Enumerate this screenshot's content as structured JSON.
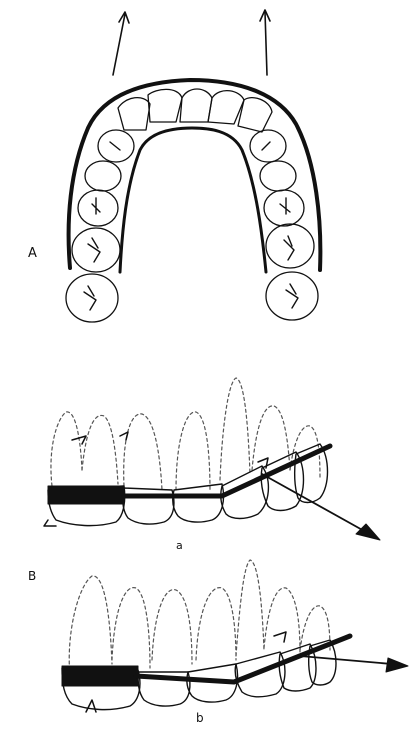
{
  "figure": {
    "labels": {
      "panel_a": "A",
      "panel_b": "B",
      "sub_a": "a",
      "sub_b": "b"
    },
    "colors": {
      "ink": "#111111",
      "paper": "#ffffff",
      "dashed": "#555555"
    }
  }
}
